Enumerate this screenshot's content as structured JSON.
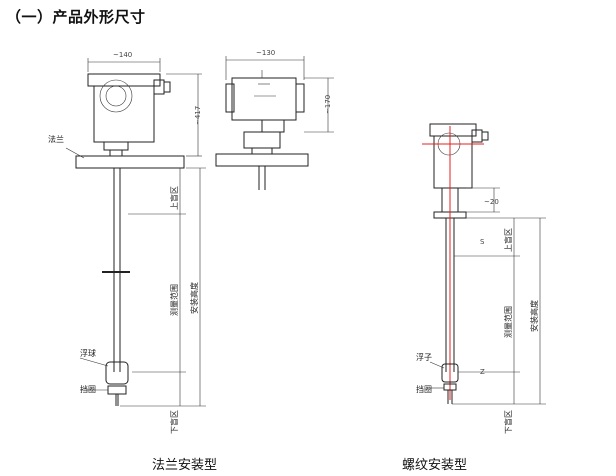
{
  "heading": "（一）产品外形尺寸",
  "flange": {
    "caption": "法兰安装型",
    "label_flange": "法兰",
    "label_float": "浮球",
    "label_stop": "挡圈",
    "zone_upper": "上盲区",
    "zone_measure": "测量范围",
    "zone_install": "安装高度",
    "zone_lower": "下盲区",
    "dim_width": "~140",
    "dim_height": "~417",
    "dim_side_width": "~130",
    "dim_side_height": "~170"
  },
  "thread": {
    "caption": "螺纹安装型",
    "label_float": "浮子",
    "label_stop": "挡圈",
    "zone_upper": "上盲区",
    "zone_measure": "测量范围",
    "zone_install": "安装高度",
    "zone_lower": "下盲区",
    "dim_s": "S",
    "dim_z": "Z",
    "dim_neck": "~20"
  },
  "colors": {
    "line": "#222222",
    "accent": "#e02020"
  }
}
